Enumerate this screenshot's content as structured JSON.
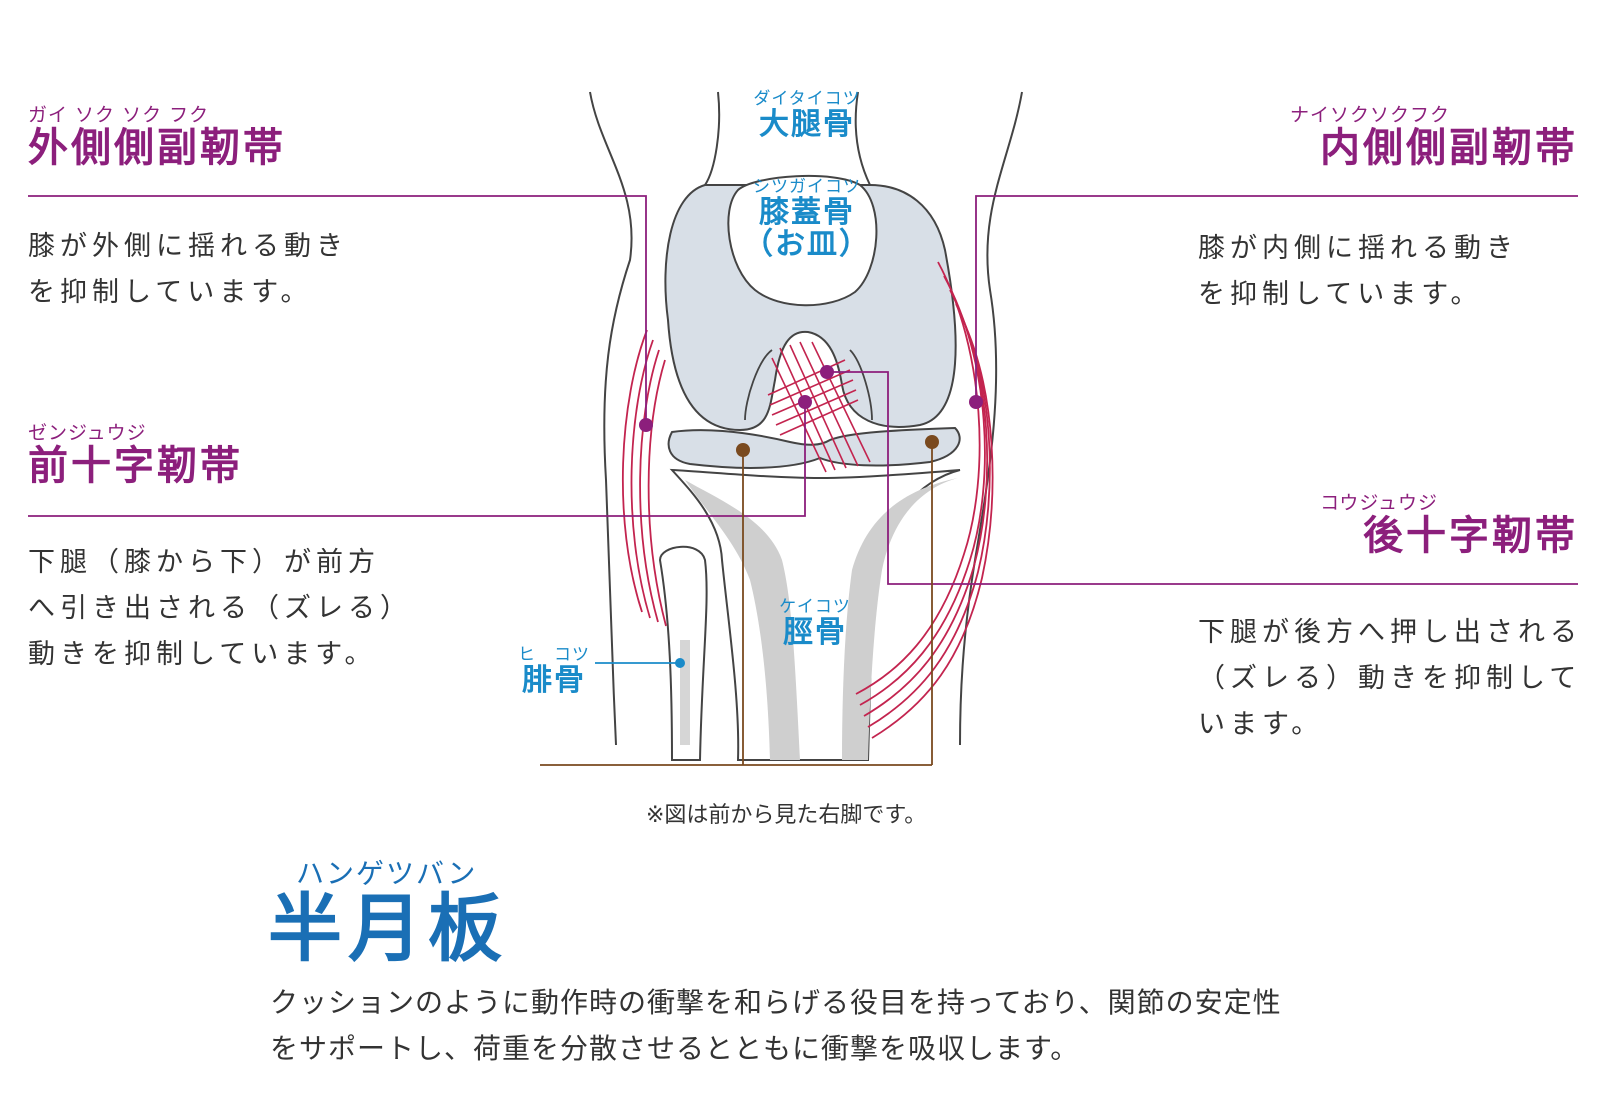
{
  "lcl": {
    "ruby": "ガイ ソク ソク フク",
    "title": "外側側副靭帯",
    "desc_line1": "膝が外側に揺れる動き",
    "desc_line2": "を抑制しています。"
  },
  "mcl": {
    "ruby": "ナイソクソクフク",
    "title": "内側側副靭帯",
    "desc_line1": "膝が内側に揺れる動き",
    "desc_line2": "を抑制しています。"
  },
  "acl": {
    "ruby": "ゼンジュウジ",
    "title": "前十字靭帯",
    "desc_line1": "下腿（膝から下）が前方",
    "desc_line2": "へ引き出される（ズレる）",
    "desc_line3": "動きを抑制しています。"
  },
  "pcl": {
    "ruby": "コウジュウジ",
    "title": "後十字靭帯",
    "desc_line1": "下腿が後方へ押し出される",
    "desc_line2": "（ズレる）動きを抑制して",
    "desc_line3": "います。"
  },
  "femur": {
    "ruby": "ダイタイコツ",
    "name": "大腿骨"
  },
  "patella": {
    "ruby": "シツガイコツ",
    "name": "膝蓋骨",
    "sub": "（お皿）"
  },
  "tibia": {
    "ruby": "ケイコツ",
    "name": "脛骨"
  },
  "fibula": {
    "ruby": "ヒ　コツ",
    "name": "腓骨"
  },
  "note": "※図は前から見た右脚です。",
  "meniscus": {
    "ruby": "ハンゲツバン",
    "title": "半月板",
    "desc_line1": "クッションのように動作時の衝撃を和らげる役目を持っており、関節の安定性",
    "desc_line2": "をサポートし、荷重を分散させるとともに衝撃を吸収します。"
  },
  "colors": {
    "ligament_label": "#8c1f7c",
    "bone_label": "#1a8bc9",
    "meniscus_label": "#1a6fb5",
    "ligament_fiber": "#c3244f",
    "meniscus_marker": "#7a4a1f",
    "bone_fill": "#d8dfe7",
    "bone_shadow": "#cfcfcf"
  }
}
